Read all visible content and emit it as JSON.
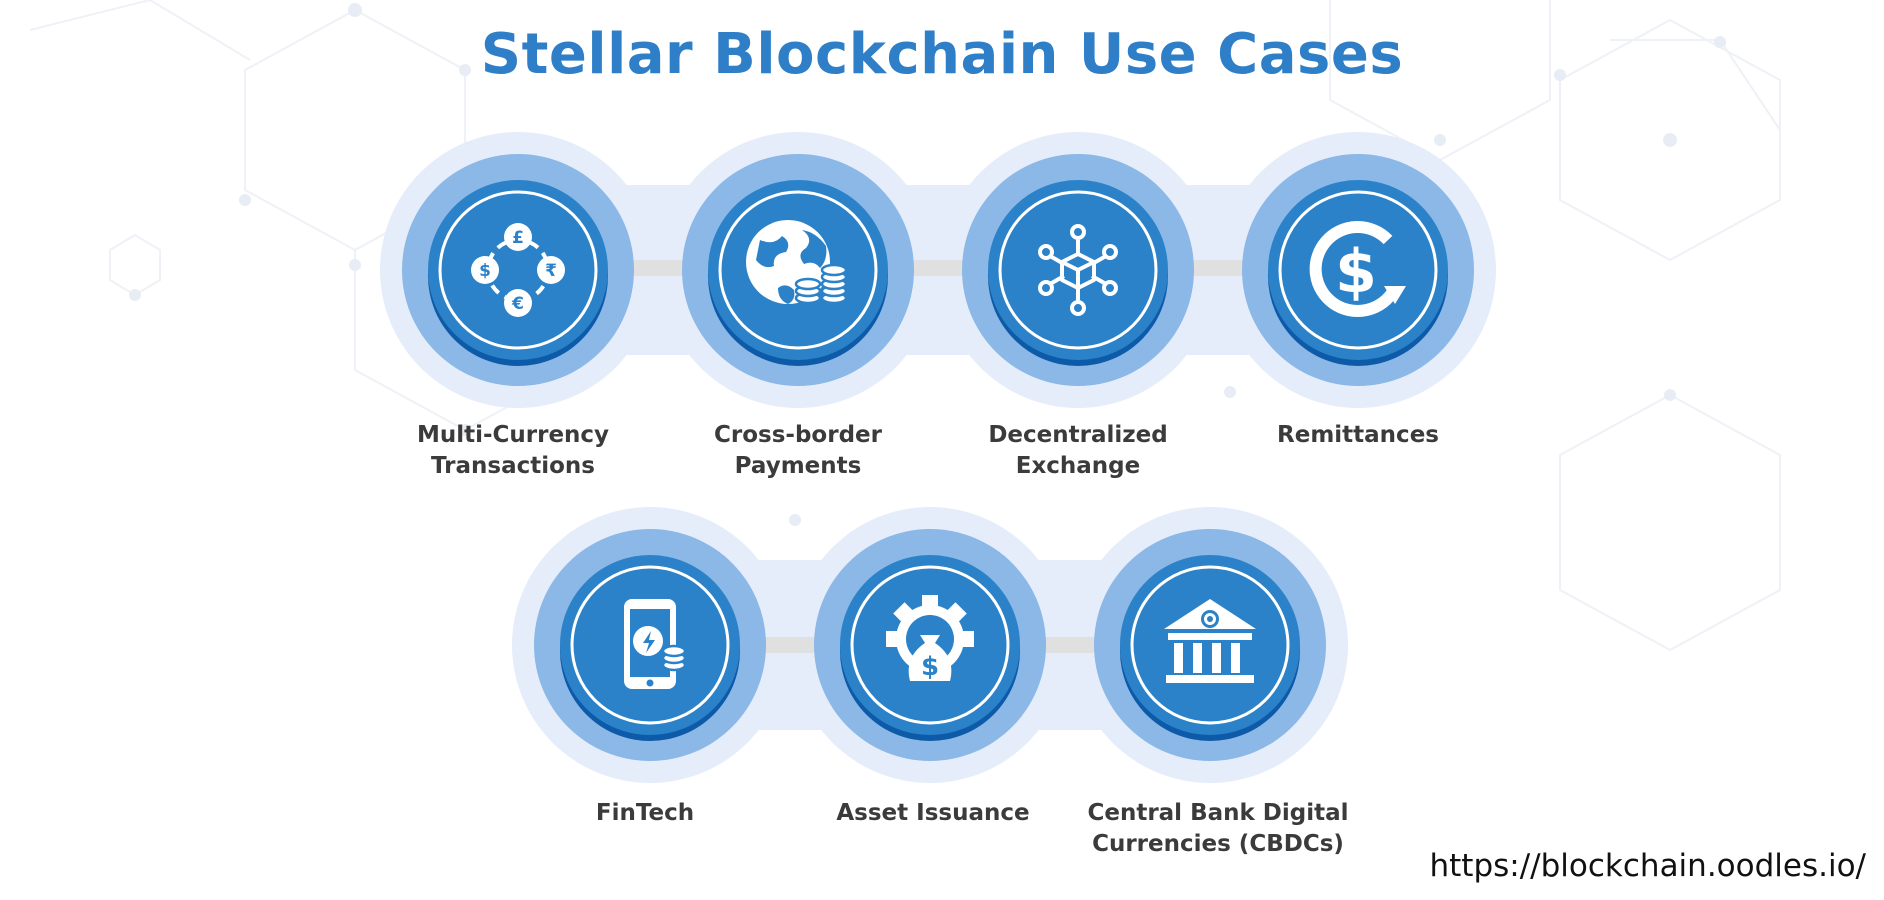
{
  "title": "Stellar Blockchain Use Cases",
  "colors": {
    "title": "#2e7ec8",
    "circle_dark": "#2c82c9",
    "circle_ring": "#8bb8e6",
    "halo": "#e5edfb",
    "connector": "#e0e0e0",
    "label": "#3b3b3b"
  },
  "rows": [
    {
      "items": [
        {
          "name": "multi-currency-transactions",
          "icon": "currency-exchange-icon",
          "label": [
            "Multi-Currency",
            "Transactions"
          ]
        },
        {
          "name": "cross-border-payments",
          "icon": "globe-coins-icon",
          "label": [
            "Cross-border",
            "Payments"
          ]
        },
        {
          "name": "decentralized-exchange",
          "icon": "network-cube-icon",
          "label": [
            "Decentralized",
            "Exchange"
          ]
        },
        {
          "name": "remittances",
          "icon": "dollar-cycle-icon",
          "label": [
            "Remittances"
          ]
        }
      ]
    },
    {
      "items": [
        {
          "name": "fintech",
          "icon": "mobile-payment-icon",
          "label": [
            "FinTech"
          ]
        },
        {
          "name": "asset-issuance",
          "icon": "gear-money-bag-icon",
          "label": [
            "Asset Issuance"
          ]
        },
        {
          "name": "cbdc",
          "icon": "bank-icon",
          "label": [
            "Central Bank Digital",
            "Currencies (CBDCs)"
          ]
        }
      ]
    }
  ],
  "footer_url": "https://blockchain.oodles.io/"
}
